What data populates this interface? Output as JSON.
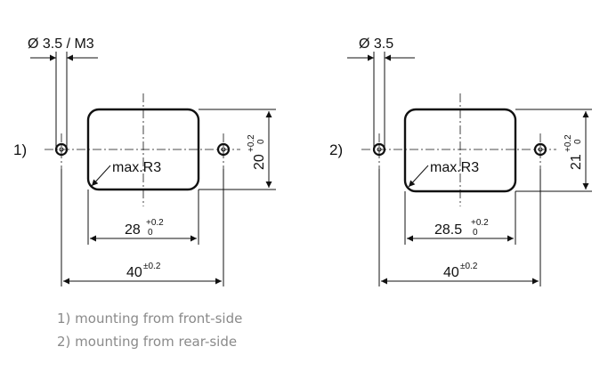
{
  "views": [
    {
      "label": "1)",
      "hole_label": "Ø 3.5 / M3",
      "radius_label": "max.R3",
      "height_value": "20",
      "height_tol_upper": "+0.2",
      "height_tol_lower": "0",
      "width_value": "28",
      "width_tol_upper": "+0.2",
      "width_tol_lower": "0",
      "pitch_value": "40",
      "pitch_tol": "±0.2"
    },
    {
      "label": "2)",
      "hole_label": "Ø 3.5",
      "radius_label": "max.R3",
      "height_value": "21",
      "height_tol_upper": "+0.2",
      "height_tol_lower": "0",
      "width_value": "28.5",
      "width_tol_upper": "+0.2",
      "width_tol_lower": "0",
      "pitch_value": "40",
      "pitch_tol": "±0.2"
    }
  ],
  "legend": [
    "1) mounting from front-side",
    "2) mounting from rear-side"
  ]
}
